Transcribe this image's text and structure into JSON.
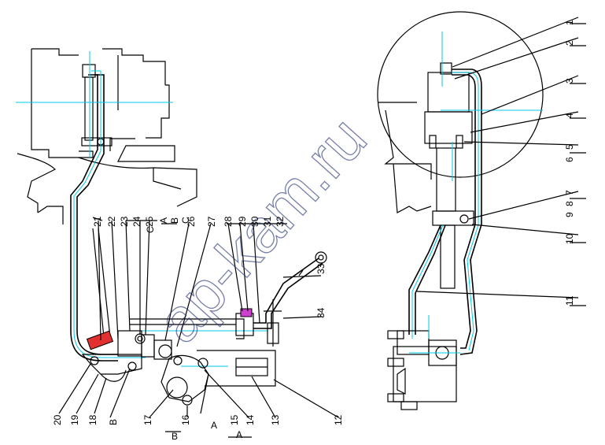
{
  "watermark": "ap-kam.ru",
  "labels": {
    "n1": "1",
    "n2": "2",
    "n3": "3",
    "n4": "4",
    "n5": "5",
    "n6": "6",
    "n7": "7",
    "n8": "8",
    "n9": "9",
    "n10": "10",
    "n11": "11",
    "n12": "12",
    "n13": "13",
    "n14": "14",
    "n15": "15",
    "n16": "16",
    "n17": "17",
    "n18": "18",
    "n19": "19",
    "n20": "20",
    "n21": "21",
    "n22": "22",
    "n23": "23",
    "n24": "24",
    "n25": "25",
    "n26": "26",
    "n27": "27",
    "n28": "28",
    "n29": "29",
    "n30": "30",
    "n31": "31",
    "n32": "32",
    "n33": "33",
    "n34": "34",
    "sA": "A",
    "sB": "B",
    "sC": "C",
    "sC2": "C",
    "sA2": "A",
    "sB2": "B",
    "sA3": "A",
    "sB3": "B"
  },
  "colors": {
    "line": "#000000",
    "axis": "#00c8e8",
    "watermark": "#1a2a6c",
    "part_red": "#e03030",
    "part_magenta": "#d040d0"
  }
}
